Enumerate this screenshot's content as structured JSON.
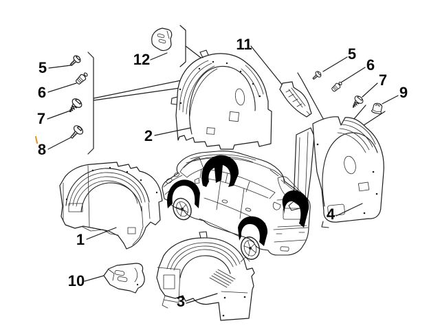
{
  "labels": {
    "p1": "1",
    "p2": "2",
    "p3": "3",
    "p4": "4",
    "p10": "10",
    "p11": "11",
    "p12": "12",
    "l5": "5",
    "l6": "6",
    "l7": "7",
    "l8": "8",
    "r5": "5",
    "r6": "6",
    "r7": "7",
    "r9": "9"
  },
  "icons": {
    "left_group": [
      "screw-icon",
      "rivet-clip-icon",
      "coarse-screw-icon",
      "washer-screw-icon"
    ],
    "right_group": [
      "screw-icon",
      "rivet-clip-icon",
      "coarse-screw-icon",
      "cap-nut-icon"
    ]
  },
  "colors": {
    "line": "#1c1c1c",
    "label": "#0a0a0a",
    "wheel_arch_highlight": "#000000",
    "accent_mark": "#e09a30",
    "background": "#ffffff"
  }
}
